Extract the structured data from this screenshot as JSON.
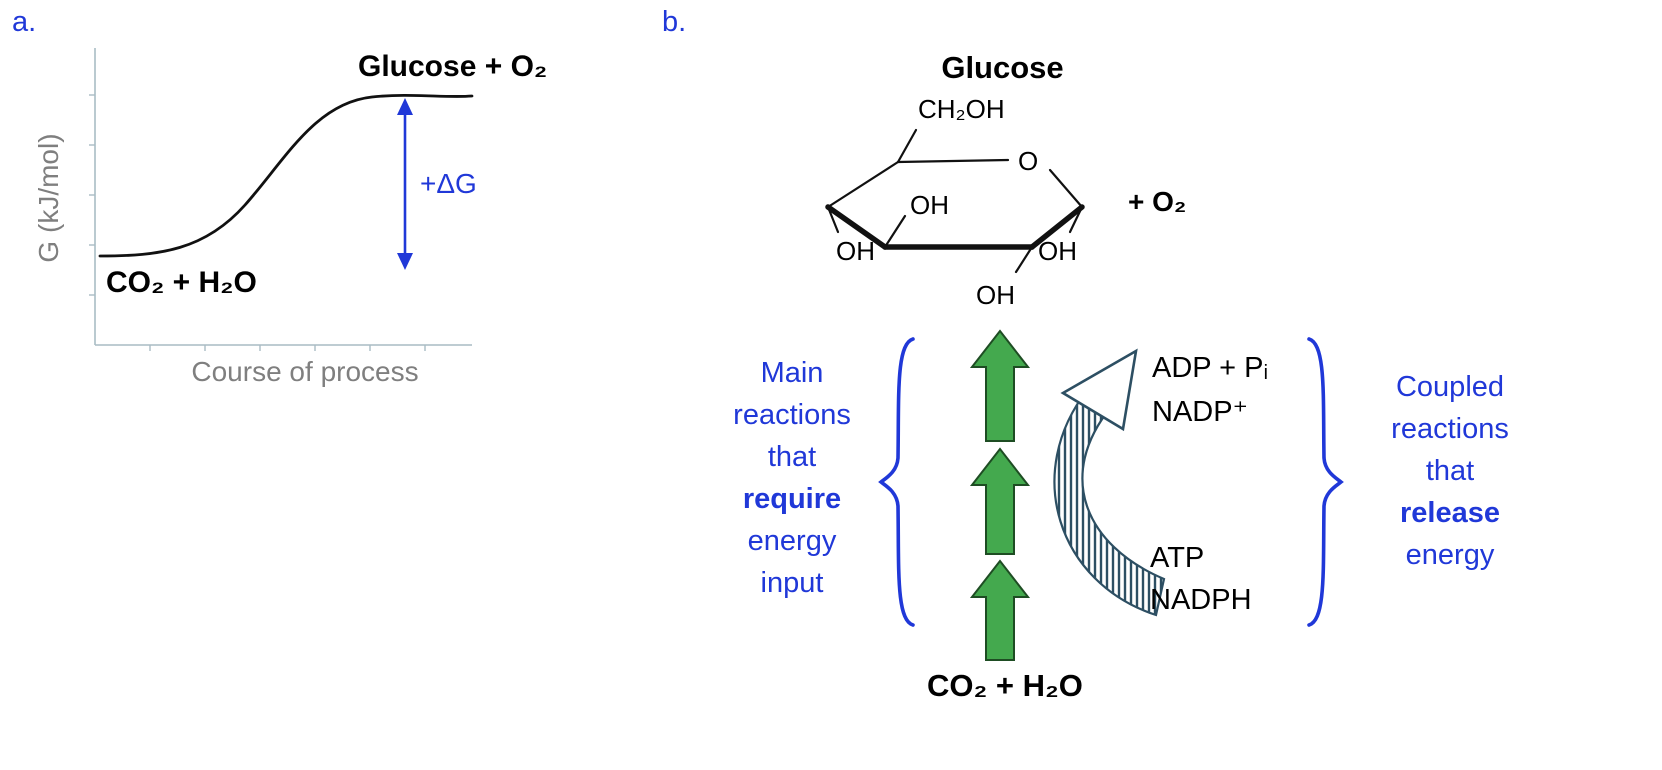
{
  "panel_a": {
    "label": "a.",
    "y_axis_label": "G (kJ/mol)",
    "x_axis_label": "Course of process",
    "reactants_label": "CO₂ + H₂O",
    "products_label": "Glucose + O₂",
    "delta_g_label": "+ΔG"
  },
  "panel_b": {
    "label": "b.",
    "glucose_title": "Glucose",
    "molecule": {
      "ch2oh": "CH₂OH",
      "ring_oxygen": "O",
      "oh_top": "OH",
      "oh_left": "OH",
      "oh_right": "OH",
      "oh_bottom": "OH",
      "plus_o2": "+ O₂"
    },
    "left_bracket_lines": [
      "Main",
      "reactions",
      "that",
      "require",
      "energy",
      "input"
    ],
    "right_bracket_lines": [
      "Coupled",
      "reactions",
      "that",
      "release",
      "energy"
    ],
    "coupled_top": [
      "ADP + Pᵢ",
      "NADP⁺"
    ],
    "coupled_bottom": [
      "ATP",
      "NADPH"
    ],
    "reactants_label": "CO₂ + H₂O"
  },
  "colors": {
    "accent_blue": "#2038d8",
    "arrow_green": "#44a94e",
    "arrow_green_border": "#1e4d23",
    "hatch_blue": "#2d4f63",
    "text_gray": "#7f7f7f"
  }
}
